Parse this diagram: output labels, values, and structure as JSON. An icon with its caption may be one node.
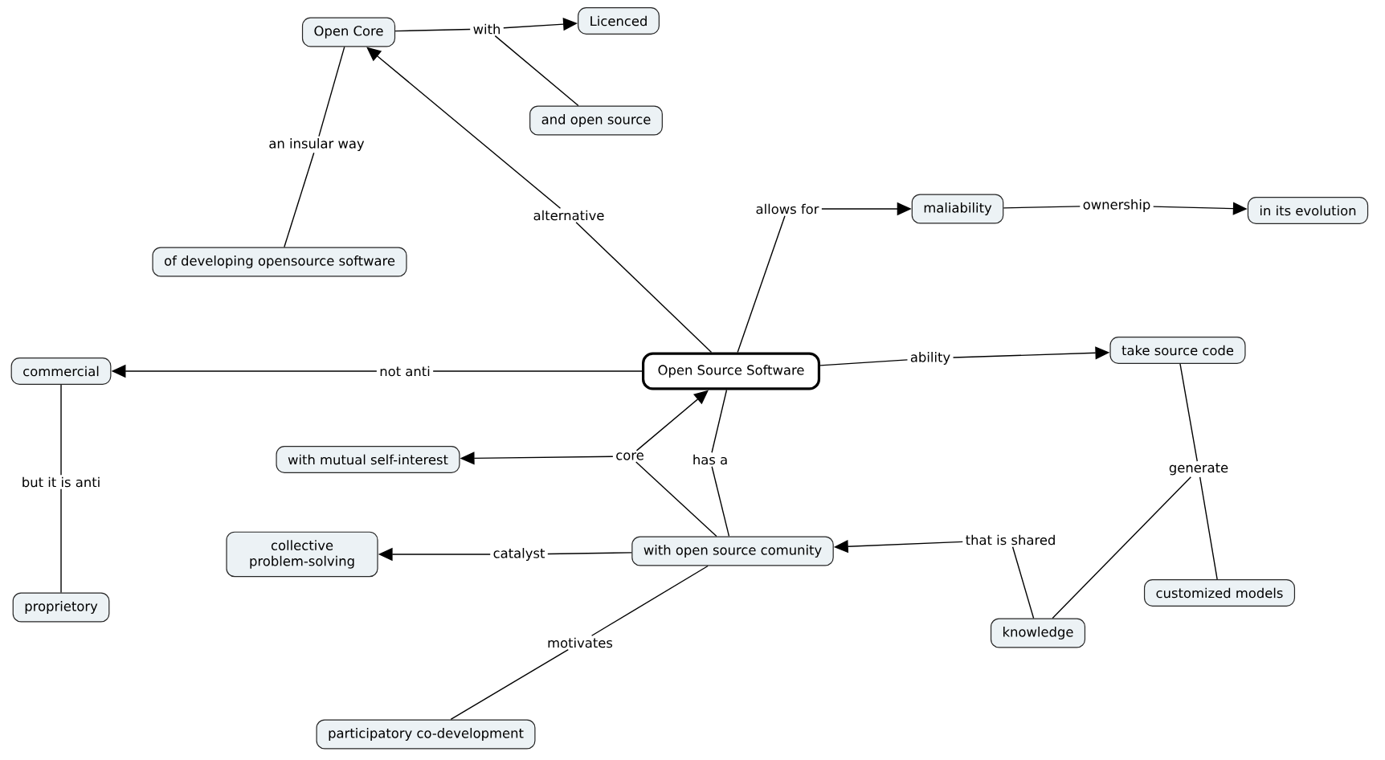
{
  "diagram": {
    "nodes": [
      {
        "text": [
          "Open Core"
        ]
      },
      {
        "text": [
          "with"
        ]
      },
      {
        "text": [
          "Licenced"
        ]
      },
      {
        "text": [
          "and open source"
        ]
      },
      {
        "text": [
          "an insular way"
        ]
      },
      {
        "text": [
          "of developing opensource software"
        ]
      },
      {
        "text": [
          "alternative"
        ]
      },
      {
        "text": [
          "Open Source Software"
        ]
      },
      {
        "text": [
          "allows for"
        ]
      },
      {
        "text": [
          "maliability"
        ]
      },
      {
        "text": [
          "ownership"
        ]
      },
      {
        "text": [
          "in its evolution"
        ]
      },
      {
        "text": [
          "not anti"
        ]
      },
      {
        "text": [
          "commercial"
        ]
      },
      {
        "text": [
          "but it is anti"
        ]
      },
      {
        "text": [
          "proprietory"
        ]
      },
      {
        "text": [
          "ability"
        ]
      },
      {
        "text": [
          "take source code"
        ]
      },
      {
        "text": [
          "generate"
        ]
      },
      {
        "text": [
          "customized models"
        ]
      },
      {
        "text": [
          "knowledge"
        ]
      },
      {
        "text": [
          "that is shared"
        ]
      },
      {
        "text": [
          "with mutual self-interest"
        ]
      },
      {
        "text": [
          "core"
        ]
      },
      {
        "text": [
          "has a"
        ]
      },
      {
        "text": [
          "with open source comunity"
        ]
      },
      {
        "text": [
          "collective problem-solving"
        ]
      },
      {
        "text": [
          "catalyst"
        ]
      },
      {
        "text": [
          "motivates"
        ]
      },
      {
        "text": [
          "participatory co-development"
        ]
      }
    ],
    "edges": [
      {
        "from": 0,
        "to": 1,
        "arrow": "none"
      },
      {
        "from": 1,
        "to": 2,
        "arrow": "to"
      },
      {
        "from": 1,
        "to": 3,
        "arrow": "none"
      },
      {
        "from": 0,
        "to": 4,
        "arrow": "none"
      },
      {
        "from": 4,
        "to": 5,
        "arrow": "none"
      },
      {
        "from": 7,
        "to": 6,
        "arrow": "none"
      },
      {
        "from": 6,
        "to": 0,
        "arrow": "to"
      },
      {
        "from": 7,
        "to": 8,
        "arrow": "none"
      },
      {
        "from": 8,
        "to": 9,
        "arrow": "to"
      },
      {
        "from": 9,
        "to": 10,
        "arrow": "none"
      },
      {
        "from": 10,
        "to": 11,
        "arrow": "to"
      },
      {
        "from": 7,
        "to": 12,
        "arrow": "none"
      },
      {
        "from": 12,
        "to": 13,
        "arrow": "to"
      },
      {
        "from": 13,
        "to": 14,
        "arrow": "none"
      },
      {
        "from": 14,
        "to": 15,
        "arrow": "none"
      },
      {
        "from": 7,
        "to": 16,
        "arrow": "none"
      },
      {
        "from": 16,
        "to": 17,
        "arrow": "to"
      },
      {
        "from": 17,
        "to": 18,
        "arrow": "none"
      },
      {
        "from": 18,
        "to": 20,
        "arrow": "none"
      },
      {
        "from": 18,
        "to": 19,
        "arrow": "none"
      },
      {
        "from": 20,
        "to": 21,
        "arrow": "none"
      },
      {
        "from": 21,
        "to": 25,
        "arrow": "to"
      },
      {
        "from": 25,
        "to": 23,
        "arrow": "none"
      },
      {
        "from": 23,
        "to": 7,
        "arrow": "to"
      },
      {
        "from": 23,
        "to": 22,
        "arrow": "to"
      },
      {
        "from": 7,
        "to": 24,
        "arrow": "none"
      },
      {
        "from": 24,
        "to": 25,
        "arrow": "none"
      },
      {
        "from": 25,
        "to": 27,
        "arrow": "none"
      },
      {
        "from": 27,
        "to": 26,
        "arrow": "to"
      },
      {
        "from": 25,
        "to": 28,
        "arrow": "none"
      },
      {
        "from": 28,
        "to": 29,
        "arrow": "none"
      }
    ]
  }
}
